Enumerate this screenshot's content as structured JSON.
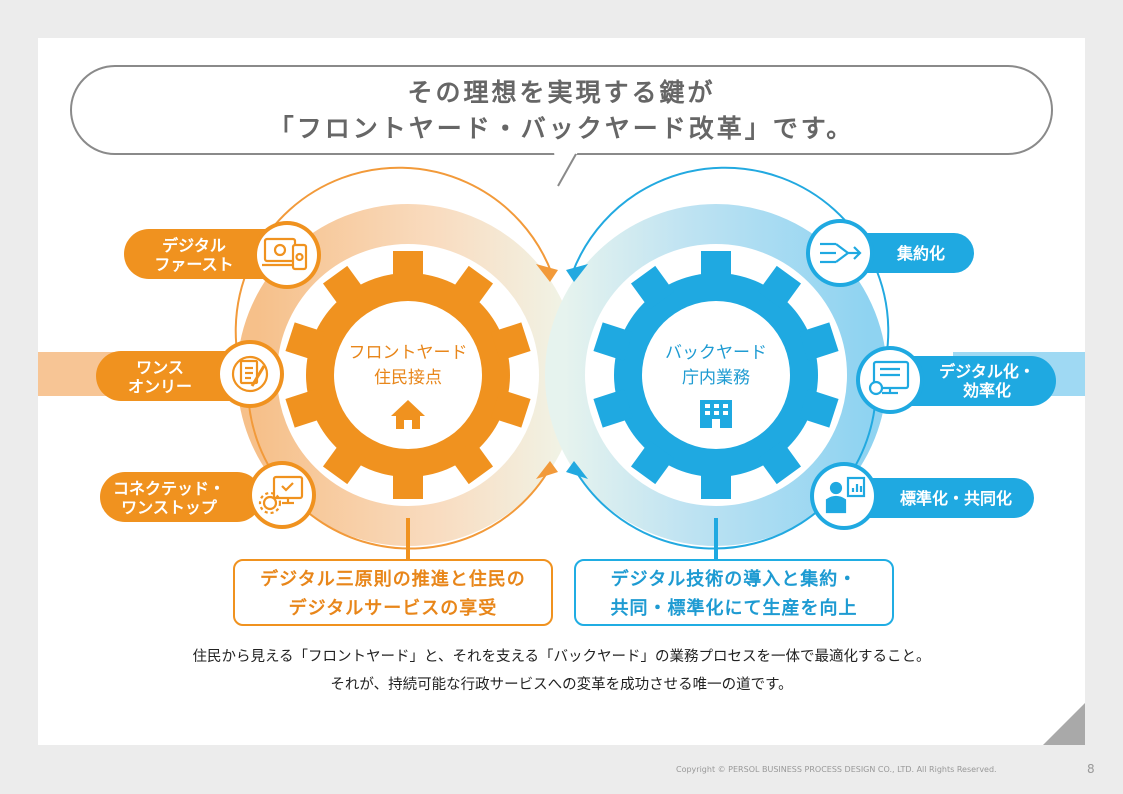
{
  "headline": {
    "line1": "その理想を実現する鍵が",
    "line2": "「フロントヤード・バックヤード改革」です。"
  },
  "front": {
    "title": "フロントヤード",
    "subtitle": "住民接点",
    "icon": "house-icon",
    "color": "#f0921f",
    "items": [
      {
        "label": "デジタル\nファースト",
        "icon": "devices-icon"
      },
      {
        "label": "ワンス\nオンリー",
        "icon": "document-pen-icon"
      },
      {
        "label": "コネクテッド・\nワンストップ",
        "icon": "gear-monitor-icon"
      }
    ],
    "box": {
      "line1": "デジタル三原則の推進と住民の",
      "line2": "デジタルサービスの享受"
    }
  },
  "back": {
    "title": "バックヤード",
    "subtitle": "庁内業務",
    "icon": "office-building-icon",
    "color": "#1fa9e1",
    "items": [
      {
        "label": "集約化",
        "icon": "merge-arrows-icon"
      },
      {
        "label": "デジタル化・\n効率化",
        "icon": "monitor-gear-icon"
      },
      {
        "label": "標準化・共同化",
        "icon": "presenter-chart-icon"
      }
    ],
    "box": {
      "line1": "デジタル技術の導入と集約・",
      "line2": "共同・標準化にて生産を向上"
    }
  },
  "caption": {
    "line1": "住民から見える「フロントヤード」と、それを支える「バックヤード」の業務プロセスを一体で最適化すること。",
    "line2": "それが、持続可能な行政サービスへの変革を成功させる唯一の道です。"
  },
  "footer": {
    "copyright": "Copyright © PERSOL BUSINESS PROCESS DESIGN CO., LTD. All Rights Reserved.",
    "page": "8"
  }
}
